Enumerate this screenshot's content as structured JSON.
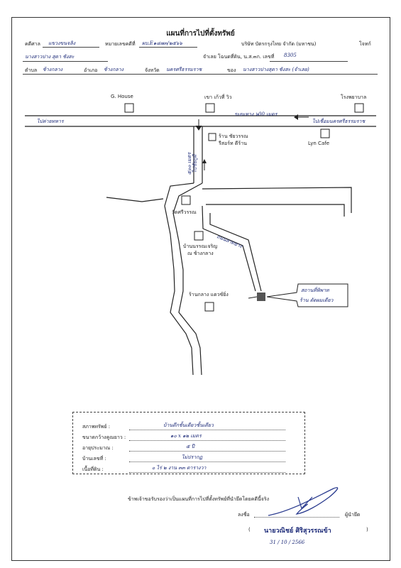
{
  "header": {
    "title": "แผนที่การไปที่ตั้งทรัพย์",
    "row1": {
      "court_label": "คดีศาล",
      "court_value": "แขวงขนจลิง",
      "case_label": "หมายเลขคดีที่",
      "case_value": "ผบ.E๑๔๗๓/๒๕๖๖",
      "plaintiff": "บริษัท บัตรกรุงไทย จำกัด (มหาชน)",
      "plaintiff_label": "โจทก์"
    },
    "row2": {
      "defendant_value": "นางสาวปาง สุดา  ชังสะ",
      "district_label": "จำเลย โฉนดที่ดิน, น.ส.๓ก. เลขที่",
      "deed_value": "8305"
    },
    "row3": {
      "tambon_label": "ตำบล",
      "tambon_value": "ช้างกลาง",
      "amphoe_label": "อำเภอ",
      "amphoe_value": "ช้างกลาง",
      "province_label": "จังหวัด",
      "province_value": "นครศรีธรรมราช",
      "owner_label": "ของ",
      "owner_value": "นางสาวปางสุดา ชังสะ (จำเลย)"
    }
  },
  "map": {
    "labels": {
      "g_house": "G. House",
      "kao_kaew_view": "เขา เก้วที่ วิว",
      "hospital": "โรงพยาบาล",
      "main_road": "ไปค่ายทหาร",
      "distance_note": "ระยะทาง ๖00 เมตร",
      "to_nakhon": "ไปเชื่อมนครศรีธรรมราช",
      "shop": "ร้าน ชัยวรรณ",
      "shop2": "รีสอร์ท ดีร้าน",
      "lyn_cafe": "Lyn Cafe",
      "side_road": "๕๐๐ เมตร",
      "side_road2": "ไปชัยภูมิ",
      "temple": "วัดศรีวรรณ",
      "house_owner": "บ้านนรรณเจริญ",
      "house_owner2": "ณ ช้างกลาง",
      "road_label": "ถนนลาดยาง",
      "market": "ร้านกลาง แดวซ์ยิ่ง",
      "target_1": "สถานที่พิพาท",
      "target_2": "ร้าน ตัดผมเดียว"
    }
  },
  "form": {
    "status_label": "สภาพทรัพย์ :",
    "status_value": "บ้านตึกชั้นเดียวชั้นเดียว",
    "size_label": "ขนาดกว้างคูณยาว :",
    "size_value": "๑๐ x ๑๒ เมตร",
    "age_label": "อายุประมาณ :",
    "age_value": "๕ ปี",
    "house_no_label": "บ้านเลขที่ :",
    "house_no_value": "ไม่ปรากฏ",
    "area_label": "เนื้อที่ดิน :",
    "area_value": "๐ ไร่ ๒ งาน ๓๓ ตารางวา"
  },
  "footer": {
    "certify": "ข้าพเจ้าขอรับรองว่าเป็นแผนที่การไปที่ตั้งทรัพย์ที่นำยึดโดยคดีนี้จริง",
    "sign_label": "ลงชื่อ",
    "seize_label": "ผู้นำยึด",
    "signer_name": "นายวณิชย์ ศิริสุวรรณข้า",
    "date": "31 / 10 / 2566"
  }
}
